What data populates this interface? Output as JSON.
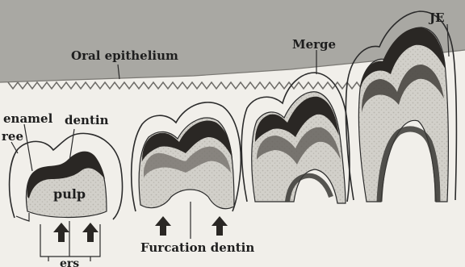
{
  "labels": {
    "oral_epithelium": "Oral epithelium",
    "merge": "Merge",
    "je": "JE",
    "enamel": "enamel",
    "dentin": "dentin",
    "free": "ree",
    "pulp": "pulp",
    "furcation_dentin": "Furcation dentin",
    "ers": "ers"
  },
  "colors": {
    "oral_epithelium_band": "#a9a8a3",
    "connective_tissue": "#f1efea",
    "enamel": "#2a2724",
    "dentin_pulp": "#cfcdc7",
    "outline": "#2b2b2b"
  },
  "icons": [
    "arrow-up-icon"
  ]
}
